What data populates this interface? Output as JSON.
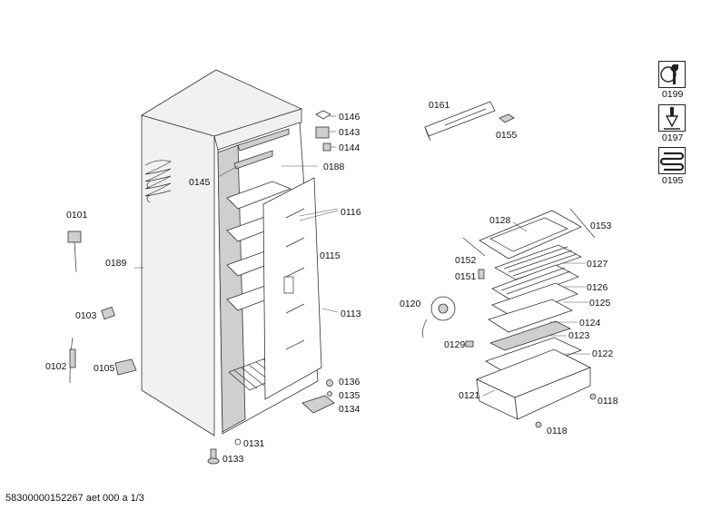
{
  "parts": {
    "p0101": "0101",
    "p0102": "0102",
    "p0103": "0103",
    "p0105": "0105",
    "p0113": "0113",
    "p0115": "0115",
    "p0116": "0116",
    "p0118a": "0118",
    "p0118b": "0118",
    "p0120": "0120",
    "p0121": "0121",
    "p0122": "0122",
    "p0123": "0123",
    "p0124": "0124",
    "p0125": "0125",
    "p0126": "0126",
    "p0127": "0127",
    "p0128": "0128",
    "p0129": "0129",
    "p0131": "0131",
    "p0133": "0133",
    "p0134": "0134",
    "p0135": "0135",
    "p0136": "0136",
    "p0143": "0143",
    "p0144": "0144",
    "p0145": "0145",
    "p0146": "0146",
    "p0151": "0151",
    "p0152": "0152",
    "p0153": "0153",
    "p0155": "0155",
    "p0161": "0161",
    "p0188": "0188",
    "p0189": "0189"
  },
  "side_icons": [
    {
      "icon": "wrench-tool-icon",
      "label": "0199"
    },
    {
      "icon": "screwdriver-tool-icon",
      "label": "0197"
    },
    {
      "icon": "coil-heater-icon",
      "label": "0195"
    }
  ],
  "footer": "58300000152267 aet 000 a 1/3"
}
